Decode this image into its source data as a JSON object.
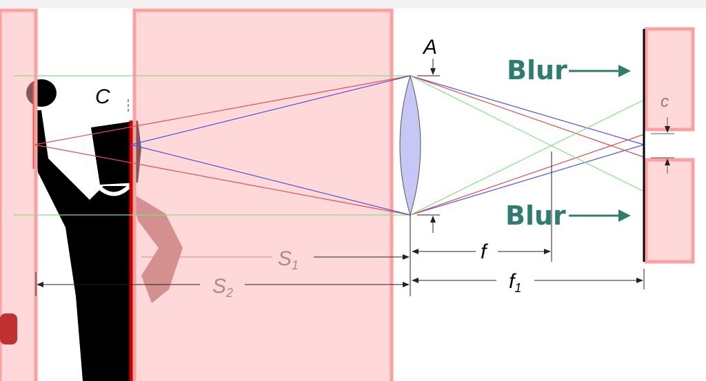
{
  "labels": {
    "aperture": "A",
    "coc_subject": "C",
    "coc_sensor": "c",
    "blur_top": "Blur",
    "blur_bottom": "Blur",
    "s1": "S",
    "s1_sub": "1",
    "s2": "S",
    "s2_sub": "2",
    "focal": "f",
    "focal1": "f",
    "focal1_sub": "1"
  },
  "colors": {
    "overlay": "#ffb3b3",
    "lens": "#c7c7f5",
    "blur_text": "#2e7d6e",
    "ray_red": "#e05050",
    "ray_blue": "#5050e0",
    "ray_green": "#80e080"
  }
}
